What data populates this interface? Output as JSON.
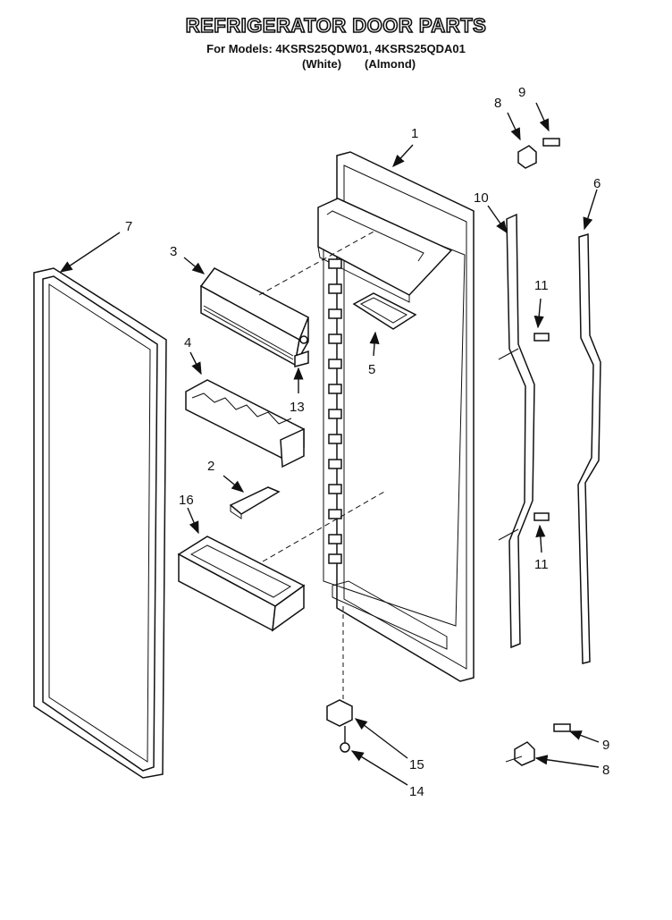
{
  "title": "REFRIGERATOR DOOR PARTS",
  "models_line": "For Models: 4KSRS25QDW01, 4KSRS25QDA01",
  "variants": [
    "(White)",
    "(Almond)"
  ],
  "callouts": {
    "c1": "1",
    "c2": "2",
    "c3": "3",
    "c4": "4",
    "c5": "5",
    "c6": "6",
    "c7": "7",
    "c8a": "8",
    "c8b": "8",
    "c9a": "9",
    "c9b": "9",
    "c10": "10",
    "c11a": "11",
    "c11b": "11",
    "c13": "13",
    "c14": "14",
    "c15": "15",
    "c16": "16"
  }
}
